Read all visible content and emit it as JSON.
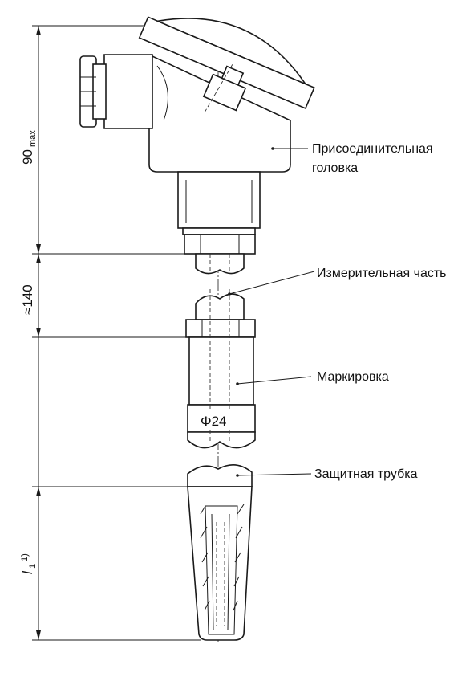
{
  "labels": {
    "head": [
      "Присоединительная",
      "головка"
    ],
    "measuring_part": "Измерительная часть",
    "marking": "Маркировка",
    "protective_tube": "Защитная трубка"
  },
  "dimensions": {
    "overall_height": "90",
    "overall_height_sub": "max",
    "insert_length": "≈140",
    "diameter": "Φ24",
    "immersion": "l",
    "immersion_sub": "1",
    "immersion_note": "1)"
  }
}
